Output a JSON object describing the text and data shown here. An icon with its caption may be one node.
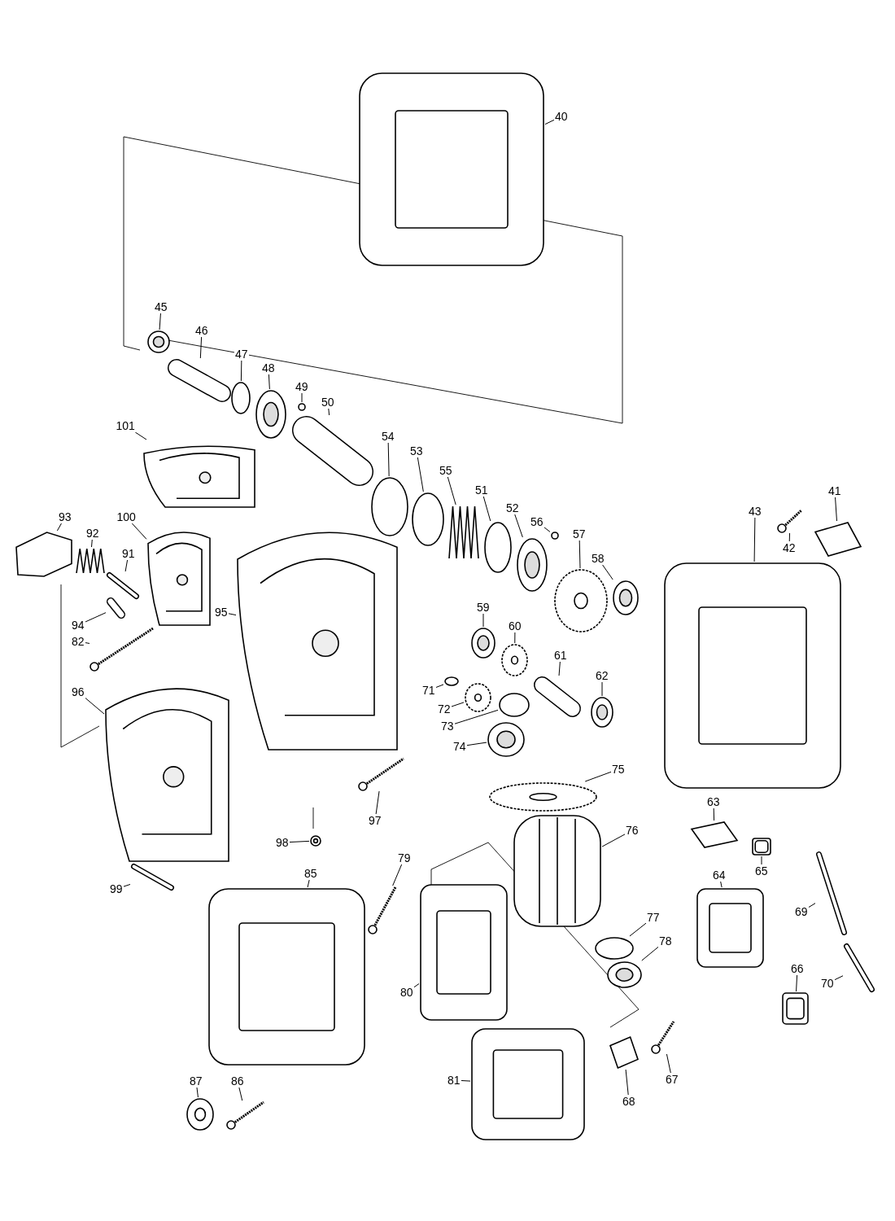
{
  "diagram": {
    "nodes": [
      {
        "text": [
          "40"
        ]
      },
      {
        "text": [],
        "shape": "picture"
      },
      {
        "text": [
          "45"
        ]
      },
      {
        "text": [],
        "shape": "picture"
      },
      {
        "text": [
          "46"
        ]
      },
      {
        "text": [],
        "shape": "picture"
      },
      {
        "text": [
          "47"
        ]
      },
      {
        "text": [],
        "shape": "circle"
      },
      {
        "text": [
          "48"
        ]
      },
      {
        "text": [],
        "shape": "picture"
      },
      {
        "text": [
          "49"
        ]
      },
      {
        "text": [],
        "shape": "circle"
      },
      {
        "text": [
          "50"
        ]
      },
      {
        "text": [],
        "shape": "picture"
      },
      {
        "text": [
          "101"
        ]
      },
      {
        "text": [],
        "shape": "picture"
      },
      {
        "text": [
          "54"
        ]
      },
      {
        "text": [],
        "shape": "circle"
      },
      {
        "text": [
          "53"
        ]
      },
      {
        "text": [],
        "shape": "circle"
      },
      {
        "text": [
          "55"
        ]
      },
      {
        "text": [],
        "shape": "picture"
      },
      {
        "text": [
          "51"
        ]
      },
      {
        "text": [],
        "shape": "circle"
      },
      {
        "text": [
          "52"
        ]
      },
      {
        "text": [],
        "shape": "picture"
      },
      {
        "text": [
          "56"
        ]
      },
      {
        "text": [],
        "shape": "circle"
      },
      {
        "text": [
          "57"
        ]
      },
      {
        "text": [],
        "shape": "picture"
      },
      {
        "text": [
          "58"
        ]
      },
      {
        "text": [],
        "shape": "picture"
      },
      {
        "text": [
          "43"
        ]
      },
      {
        "text": [],
        "shape": "picture"
      },
      {
        "text": [
          "42"
        ]
      },
      {
        "text": [],
        "shape": "picture"
      },
      {
        "text": [
          "41"
        ]
      },
      {
        "text": [],
        "shape": "picture"
      },
      {
        "text": [
          "93"
        ]
      },
      {
        "text": [],
        "shape": "picture"
      },
      {
        "text": [
          "92"
        ]
      },
      {
        "text": [],
        "shape": "picture"
      },
      {
        "text": [
          "100"
        ]
      },
      {
        "text": [],
        "shape": "picture"
      },
      {
        "text": [
          "91"
        ]
      },
      {
        "text": [],
        "shape": "picture"
      },
      {
        "text": [
          "94"
        ]
      },
      {
        "text": [],
        "shape": "picture"
      },
      {
        "text": [
          "82"
        ]
      },
      {
        "text": [],
        "shape": "picture"
      },
      {
        "text": [
          "95"
        ]
      },
      {
        "text": [],
        "shape": "picture"
      },
      {
        "text": [
          "59"
        ]
      },
      {
        "text": [],
        "shape": "picture"
      },
      {
        "text": [
          "60"
        ]
      },
      {
        "text": [],
        "shape": "picture"
      },
      {
        "text": [
          "61"
        ]
      },
      {
        "text": [],
        "shape": "picture"
      },
      {
        "text": [
          "62"
        ]
      },
      {
        "text": [],
        "shape": "picture"
      },
      {
        "text": [
          "71"
        ]
      },
      {
        "text": [],
        "shape": "circle"
      },
      {
        "text": [
          "72"
        ]
      },
      {
        "text": [],
        "shape": "picture"
      },
      {
        "text": [
          "73"
        ]
      },
      {
        "text": [],
        "shape": "circle"
      },
      {
        "text": [
          "74"
        ]
      },
      {
        "text": [],
        "shape": "picture"
      },
      {
        "text": [
          "96"
        ]
      },
      {
        "text": [],
        "shape": "picture"
      },
      {
        "text": [
          "97"
        ]
      },
      {
        "text": [],
        "shape": "picture"
      },
      {
        "text": [
          "75"
        ]
      },
      {
        "text": [],
        "shape": "picture"
      },
      {
        "text": [
          "98"
        ]
      },
      {
        "text": [],
        "shape": "picture"
      },
      {
        "text": [
          "76"
        ]
      },
      {
        "text": [],
        "shape": "picture"
      },
      {
        "text": [
          "63"
        ]
      },
      {
        "text": [],
        "shape": "picture"
      },
      {
        "text": [
          "65"
        ]
      },
      {
        "text": [],
        "shape": "picture"
      },
      {
        "text": [
          "99"
        ]
      },
      {
        "text": [],
        "shape": "picture"
      },
      {
        "text": [
          "79"
        ]
      },
      {
        "text": [],
        "shape": "picture"
      },
      {
        "text": [
          "85"
        ]
      },
      {
        "text": [],
        "shape": "picture"
      },
      {
        "text": [
          "64"
        ]
      },
      {
        "text": [],
        "shape": "picture"
      },
      {
        "text": [
          "69"
        ]
      },
      {
        "text": [],
        "shape": "picture"
      },
      {
        "text": [
          "77"
        ]
      },
      {
        "text": [],
        "shape": "circle"
      },
      {
        "text": [
          "78"
        ]
      },
      {
        "text": [],
        "shape": "picture"
      },
      {
        "text": [
          "66"
        ]
      },
      {
        "text": [],
        "shape": "picture"
      },
      {
        "text": [
          "80"
        ]
      },
      {
        "text": [],
        "shape": "picture"
      },
      {
        "text": [
          "70"
        ]
      },
      {
        "text": [],
        "shape": "picture"
      },
      {
        "text": [
          "81"
        ]
      },
      {
        "text": [],
        "shape": "picture"
      },
      {
        "text": [
          "67"
        ]
      },
      {
        "text": [],
        "shape": "picture"
      },
      {
        "text": [
          "68"
        ]
      },
      {
        "text": [],
        "shape": "picture"
      },
      {
        "text": [
          "87"
        ]
      },
      {
        "text": [],
        "shape": "picture"
      },
      {
        "text": [
          "86"
        ]
      },
      {
        "text": [],
        "shape": "picture"
      }
    ],
    "edges": [
      {
        "from": 0,
        "to": 1,
        "arrow": "none"
      },
      {
        "from": 2,
        "to": 3,
        "arrow": "none"
      },
      {
        "from": 4,
        "to": 5,
        "arrow": "none"
      },
      {
        "from": 6,
        "to": 7,
        "arrow": "none"
      },
      {
        "from": 8,
        "to": 9,
        "arrow": "none"
      },
      {
        "from": 10,
        "to": 11,
        "arrow": "none"
      },
      {
        "from": 12,
        "to": 13,
        "arrow": "none"
      },
      {
        "from": 14,
        "to": 15,
        "arrow": "none"
      },
      {
        "from": 16,
        "to": 17,
        "arrow": "none"
      },
      {
        "from": 18,
        "to": 19,
        "arrow": "none"
      },
      {
        "from": 20,
        "to": 21,
        "arrow": "none"
      },
      {
        "from": 22,
        "to": 23,
        "arrow": "none"
      },
      {
        "from": 24,
        "to": 25,
        "arrow": "none"
      },
      {
        "from": 26,
        "to": 27,
        "arrow": "none"
      },
      {
        "from": 28,
        "to": 29,
        "arrow": "none"
      },
      {
        "from": 30,
        "to": 31,
        "arrow": "none"
      },
      {
        "from": 32,
        "to": 33,
        "arrow": "none"
      },
      {
        "from": 34,
        "to": 35,
        "arrow": "none"
      },
      {
        "from": 36,
        "to": 37,
        "arrow": "none"
      },
      {
        "from": 38,
        "to": 39,
        "arrow": "none"
      },
      {
        "from": 40,
        "to": 41,
        "arrow": "none"
      },
      {
        "from": 42,
        "to": 43,
        "arrow": "none"
      },
      {
        "from": 44,
        "to": 45,
        "arrow": "none"
      },
      {
        "from": 46,
        "to": 47,
        "arrow": "none"
      },
      {
        "from": 48,
        "to": 49,
        "arrow": "none"
      },
      {
        "from": 50,
        "to": 51,
        "arrow": "none"
      },
      {
        "from": 52,
        "to": 53,
        "arrow": "none"
      },
      {
        "from": 54,
        "to": 55,
        "arrow": "none"
      },
      {
        "from": 56,
        "to": 57,
        "arrow": "none"
      },
      {
        "from": 58,
        "to": 59,
        "arrow": "none"
      },
      {
        "from": 60,
        "to": 61,
        "arrow": "none"
      },
      {
        "from": 62,
        "to": 63,
        "arrow": "none"
      },
      {
        "from": 64,
        "to": 65,
        "arrow": "none"
      },
      {
        "from": 66,
        "to": 67,
        "arrow": "none"
      },
      {
        "from": 68,
        "to": 69,
        "arrow": "none"
      },
      {
        "from": 70,
        "to": 71,
        "arrow": "none"
      },
      {
        "from": 72,
        "to": 73,
        "arrow": "none"
      },
      {
        "from": 74,
        "to": 75,
        "arrow": "none"
      },
      {
        "from": 76,
        "to": 77,
        "arrow": "none"
      },
      {
        "from": 78,
        "to": 79,
        "arrow": "none"
      },
      {
        "from": 80,
        "to": 81,
        "arrow": "none"
      },
      {
        "from": 82,
        "to": 83,
        "arrow": "none"
      },
      {
        "from": 84,
        "to": 85,
        "arrow": "none"
      },
      {
        "from": 86,
        "to": 87,
        "arrow": "none"
      },
      {
        "from": 88,
        "to": 89,
        "arrow": "none"
      },
      {
        "from": 90,
        "to": 91,
        "arrow": "none"
      },
      {
        "from": 92,
        "to": 93,
        "arrow": "none"
      },
      {
        "from": 94,
        "to": 95,
        "arrow": "none"
      },
      {
        "from": 96,
        "to": 97,
        "arrow": "none"
      },
      {
        "from": 98,
        "to": 99,
        "arrow": "none"
      },
      {
        "from": 100,
        "to": 101,
        "arrow": "none"
      },
      {
        "from": 102,
        "to": 103,
        "arrow": "none"
      },
      {
        "from": 104,
        "to": 105,
        "arrow": "none"
      },
      {
        "from": 106,
        "to": 107,
        "arrow": "none"
      },
      {
        "from": 108,
        "to": 109,
        "arrow": "none"
      },
      {
        "from": 110,
        "to": 111,
        "arrow": "none"
      }
    ]
  }
}
